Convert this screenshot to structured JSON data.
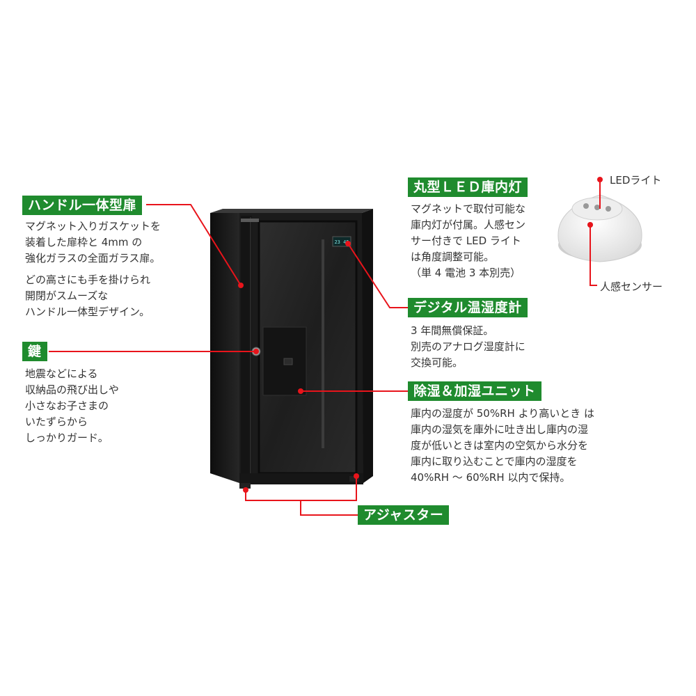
{
  "colors": {
    "accent": "#1f8b2e",
    "leader": "#e8141b",
    "cabinet": "#1b1b1b"
  },
  "features": {
    "handle_door": {
      "title": "ハンドル一体型扉",
      "lines": [
        "マグネット入りガスケットを",
        "装着した扉枠と 4mm の",
        "強化ガラスの全面ガラス扉。",
        "どの高さにも手を掛けられ",
        "開閉がスムーズな",
        "ハンドル一体型デザイン。"
      ]
    },
    "lock": {
      "title": "鍵",
      "lines": [
        "地震などによる",
        "収納品の飛び出しや",
        "小さなお子さまの",
        "いたずらから",
        "しっかりガード。"
      ]
    },
    "led_light": {
      "title": "丸型ＬＥＤ庫内灯",
      "lines": [
        "マグネットで取付可能な",
        "庫内灯が付属。人感セン",
        "サー付きで LED ライト",
        "は角度調整可能。",
        "（単 4 電池 3 本別売）"
      ]
    },
    "hygrometer": {
      "title": "デジタル温湿度計",
      "lines": [
        "3 年間無償保証。",
        "別売のアナログ湿度計に",
        "交換可能。"
      ]
    },
    "humidity_unit": {
      "title": "除湿＆加湿ユニット",
      "lines": [
        "庫内の湿度が 50%RH より高いとき は",
        "庫内の湿気を庫外に吐き出し庫内の湿",
        "度が低いときは室内の空気から水分を",
        "庫内に取り込むことで庫内の湿度を",
        "40%RH 〜 60%RH 以内で保持。"
      ]
    },
    "adjuster": {
      "title": "アジャスター"
    }
  },
  "led_detail": {
    "label_led": "LEDライト",
    "label_sensor": "人感センサー"
  },
  "cabinet": {
    "display_text": "23 45"
  }
}
